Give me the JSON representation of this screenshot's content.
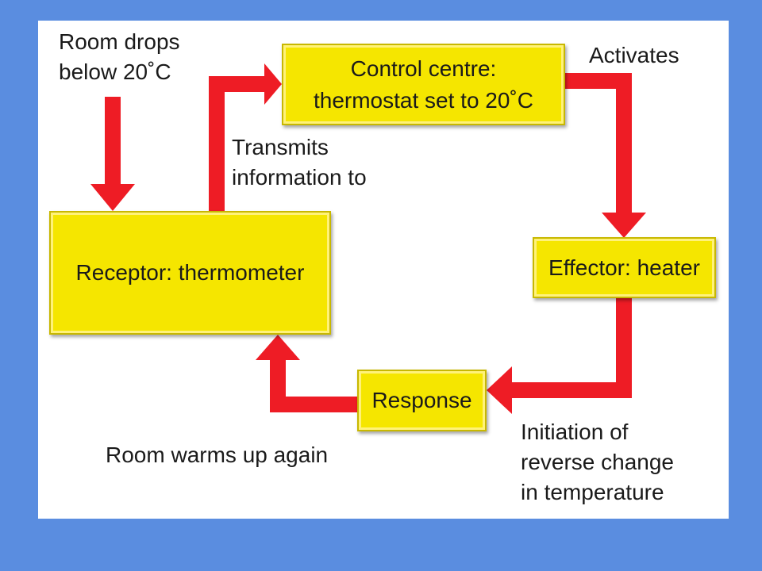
{
  "colors": {
    "background": "#5a8de0",
    "panel": "#ffffff",
    "box_fill": "#f5e600",
    "arrow": "#ee1c25"
  },
  "start_label": {
    "line1": "Room drops",
    "line2": "below 20˚C"
  },
  "control_centre": {
    "line1": "Control centre:",
    "line2": "thermostat set to 20˚C"
  },
  "activates_label": "Activates",
  "transmits_label": {
    "line1": "Transmits",
    "line2": "information to"
  },
  "receptor": {
    "label": "Receptor: thermometer"
  },
  "effector": {
    "label": "Effector: heater"
  },
  "response": {
    "label": "Response"
  },
  "warms_label": "Room warms up again",
  "initiation_label": {
    "line1": "Initiation of",
    "line2": "reverse change",
    "line3": "in temperature"
  }
}
